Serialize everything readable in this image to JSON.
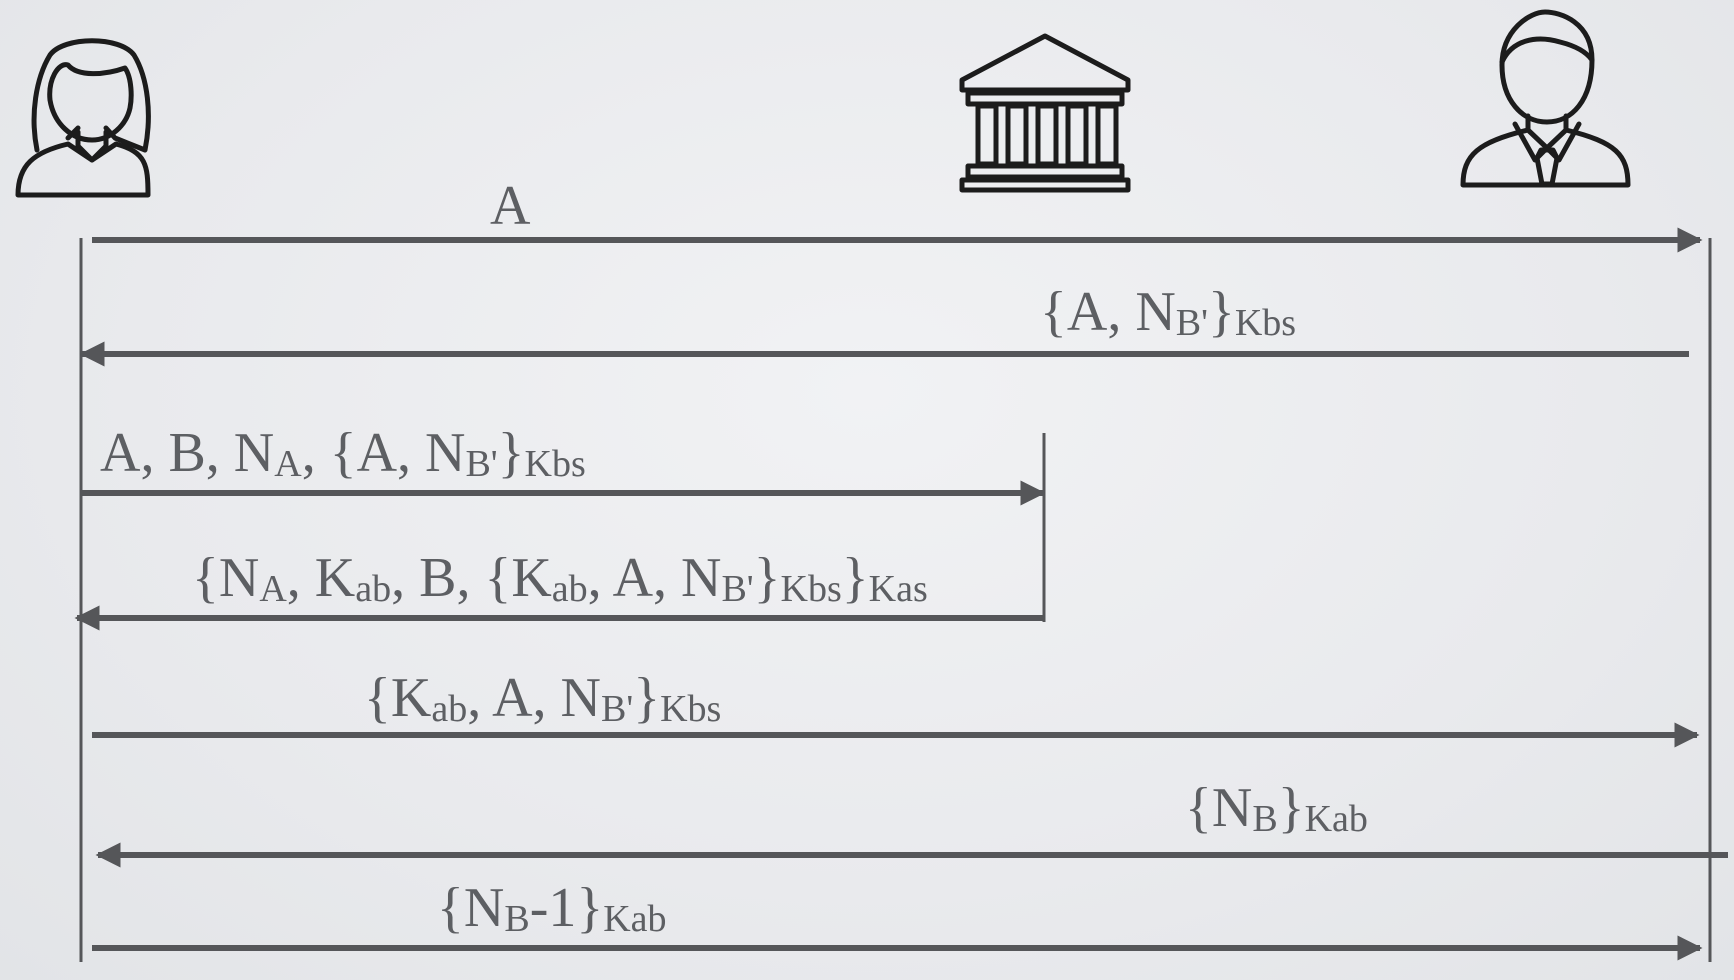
{
  "participants": [
    {
      "id": "A",
      "icon": "woman-user-icon"
    },
    {
      "id": "S",
      "icon": "bank-building-icon"
    },
    {
      "id": "B",
      "icon": "man-user-icon"
    }
  ],
  "messages": [
    {
      "id": "msg1",
      "from": "A",
      "to": "B",
      "label": "A"
    },
    {
      "id": "msg2",
      "from": "B",
      "to": "A",
      "label": "{A, NB'}Kbs"
    },
    {
      "id": "msg3",
      "from": "A",
      "to": "S",
      "label": "A, B, NA, {A, NB'}Kbs"
    },
    {
      "id": "msg4",
      "from": "S",
      "to": "A",
      "label": "{NA, Kab, B, {Kab, A, NB'}Kbs}Kas"
    },
    {
      "id": "msg5",
      "from": "A",
      "to": "B",
      "label": "{Kab, A, NB'}Kbs"
    },
    {
      "id": "msg6",
      "from": "B",
      "to": "A",
      "label": "{NB}Kab"
    },
    {
      "id": "msg7",
      "from": "A",
      "to": "B",
      "label": "{NB-1}Kab"
    }
  ],
  "colors": {
    "line": "#555659",
    "text": "#5d5f63",
    "icon": "#1c1c1c"
  }
}
